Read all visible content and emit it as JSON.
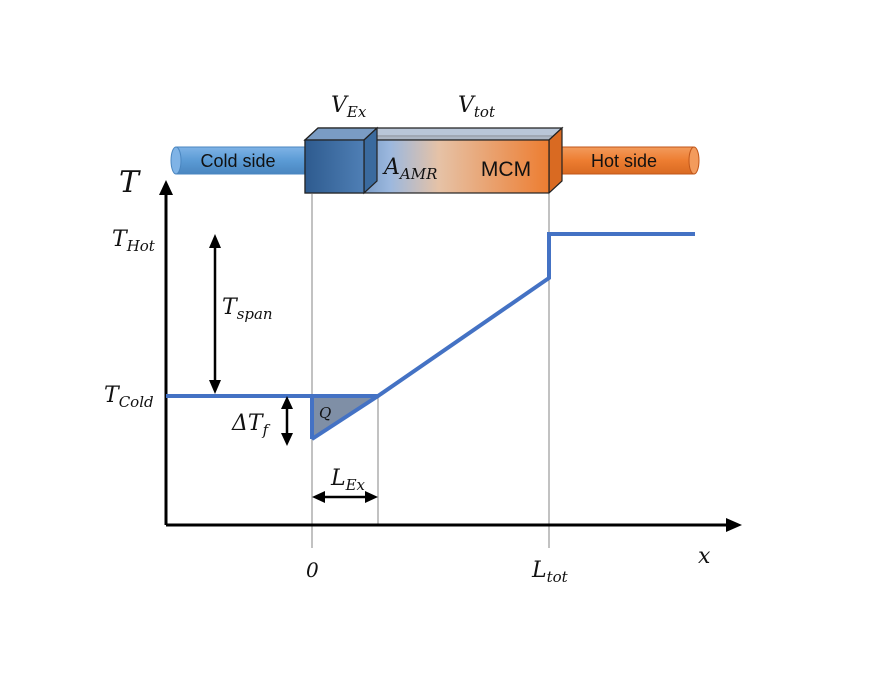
{
  "labels": {
    "v_ex_main": "V",
    "v_ex_sub": "Ex",
    "v_tot_main": "V",
    "v_tot_sub": "tot",
    "a_amr_main": "A",
    "a_amr_sub": "AMR",
    "mcm": "MCM",
    "cold_side": "Cold side",
    "hot_side": "Hot side",
    "t_axis": "T",
    "x_axis": "x",
    "t_hot_main": "T",
    "t_hot_sub": "Hot",
    "t_cold_main": "T",
    "t_cold_sub": "Cold",
    "t_span_main": "T",
    "t_span_sub": "span",
    "delta_tf_main": "ΔT",
    "delta_tf_sub": "f",
    "q": "Q",
    "l_ex_main": "L",
    "l_ex_sub": "Ex",
    "zero": "0",
    "l_tot_main": "L",
    "l_tot_sub": "tot"
  },
  "colors": {
    "cold_pipe": "#5b9bd5",
    "hot_pipe": "#ed7d31",
    "regenerator_cold": "#3a6fa8",
    "regenerator_hot": "#ed7d31",
    "profile_line": "#4472c4",
    "q_fill": "#7f8fa6"
  }
}
